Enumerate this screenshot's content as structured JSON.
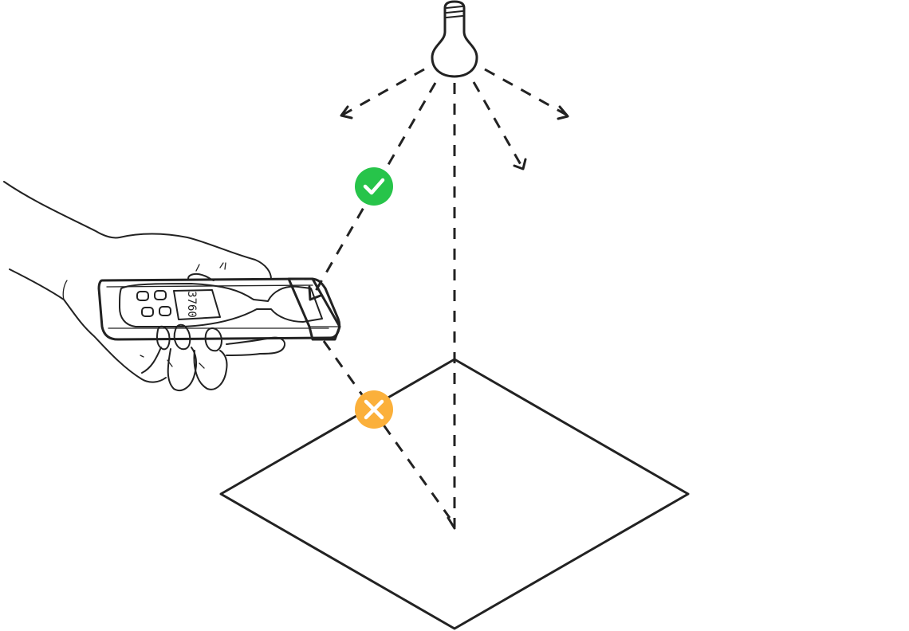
{
  "diagram": {
    "subject": "light-meter-measurement-position",
    "meter": {
      "display_reading": "3760"
    },
    "markers": {
      "correct": {
        "status": "correct",
        "icon": "check-icon",
        "color": "#27c44a"
      },
      "incorrect": {
        "status": "incorrect",
        "icon": "cross-icon",
        "color": "#fbb03b"
      }
    },
    "colors": {
      "stroke": "#222222",
      "background": "#ffffff",
      "mark_glyph": "#ffffff"
    }
  }
}
